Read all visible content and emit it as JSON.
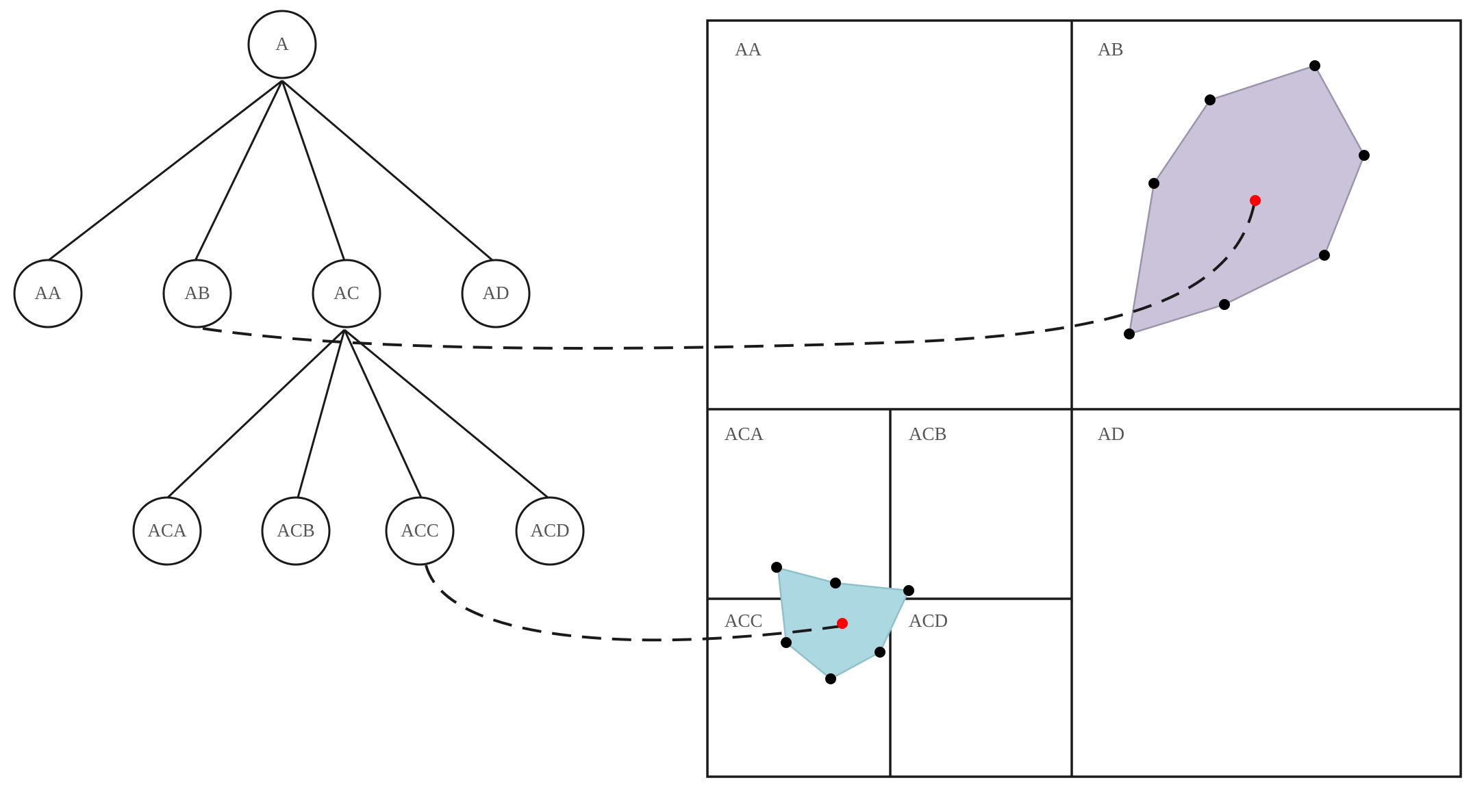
{
  "tree": {
    "root": "A",
    "level1": [
      "AA",
      "AB",
      "AC",
      "AD"
    ],
    "level2": [
      "ACA",
      "ACB",
      "ACC",
      "ACD"
    ]
  },
  "quadtree": {
    "cells": [
      "AA",
      "AB",
      "ACA",
      "ACB",
      "ACC",
      "ACD",
      "AD"
    ],
    "polygons": [
      {
        "cell": "AB",
        "fill": "#cbc3da",
        "stroke": "#9c94ab",
        "centroid_color": "#ff0000"
      },
      {
        "cell": "ACC",
        "fill": "#acd8e1",
        "stroke": "#8fc1cc",
        "centroid_color": "#ff0000"
      }
    ]
  },
  "colors": {
    "line": "#1a1a1a",
    "label": "#555555",
    "vertex": "#000000",
    "centroid": "#ff0000"
  }
}
